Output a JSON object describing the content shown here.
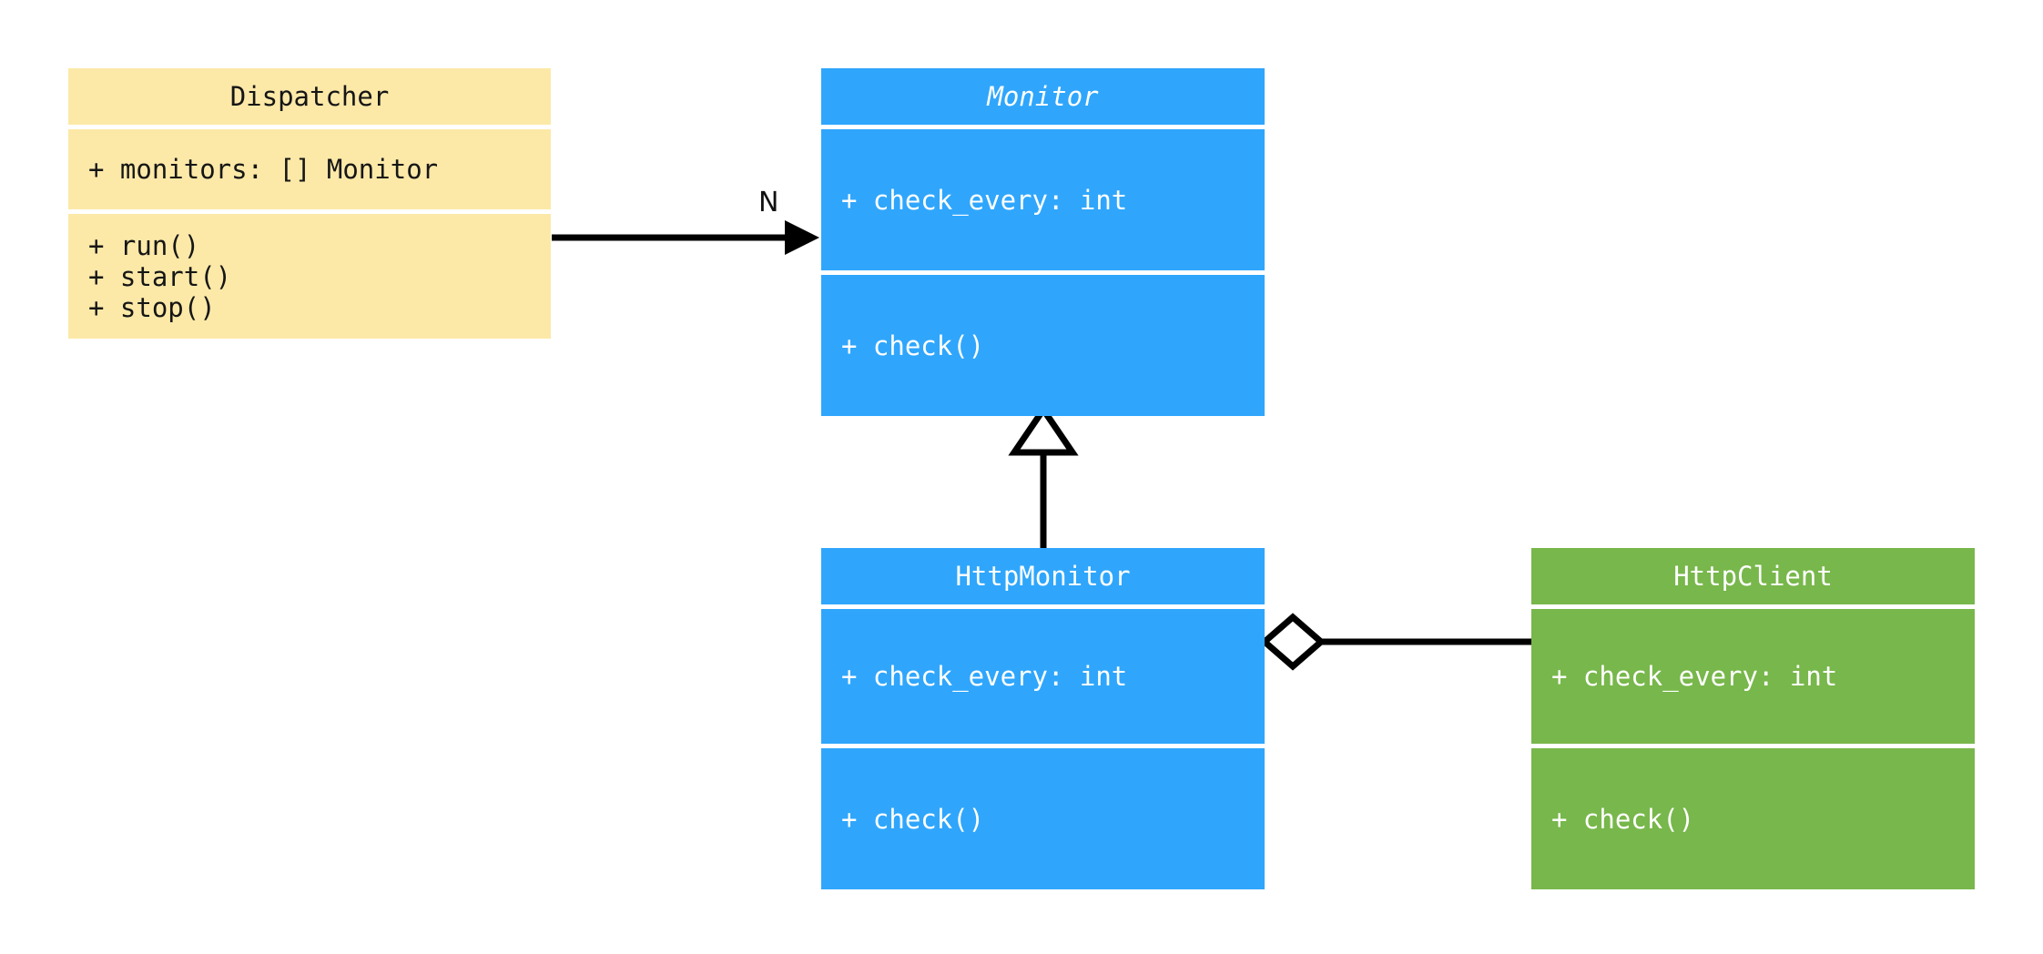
{
  "diagram": {
    "type": "uml-class-diagram",
    "background": "#ffffff",
    "classes": [
      {
        "id": "dispatcher",
        "name": "Dispatcher",
        "abstract": false,
        "fill": "#fce9a8",
        "text_color": "#161616",
        "attributes": [
          "+ monitors: [] Monitor"
        ],
        "operations": [
          "+ run()",
          "+ start()",
          "+ stop()"
        ]
      },
      {
        "id": "monitor",
        "name": "Monitor",
        "abstract": true,
        "fill": "#2fa6fc",
        "text_color": "#ffffff",
        "attributes": [
          "+ check_every: int"
        ],
        "operations": [
          "+ check()"
        ]
      },
      {
        "id": "httpmonitor",
        "name": "HttpMonitor",
        "abstract": false,
        "fill": "#2fa6fc",
        "text_color": "#ffffff",
        "attributes": [
          "+ check_every: int"
        ],
        "operations": [
          "+ check()"
        ]
      },
      {
        "id": "httpclient",
        "name": "HttpClient",
        "abstract": false,
        "fill": "#78b74b",
        "text_color": "#ffffff",
        "attributes": [
          "+ check_every: int"
        ],
        "operations": [
          "+ check()"
        ]
      }
    ],
    "relationships": [
      {
        "id": "dispatcher-to-monitor",
        "kind": "association",
        "from": "Dispatcher",
        "to": "Monitor",
        "label": "N",
        "arrow": "filled-arrowhead"
      },
      {
        "id": "httpmonitor-to-monitor",
        "kind": "inheritance",
        "from": "HttpMonitor",
        "to": "Monitor",
        "label": "",
        "arrow": "hollow-triangle"
      },
      {
        "id": "httpmonitor-to-httpclient",
        "kind": "aggregation",
        "from": "HttpMonitor",
        "to": "HttpClient",
        "label": "",
        "arrow": "hollow-diamond"
      }
    ],
    "line_color": "#000000"
  }
}
